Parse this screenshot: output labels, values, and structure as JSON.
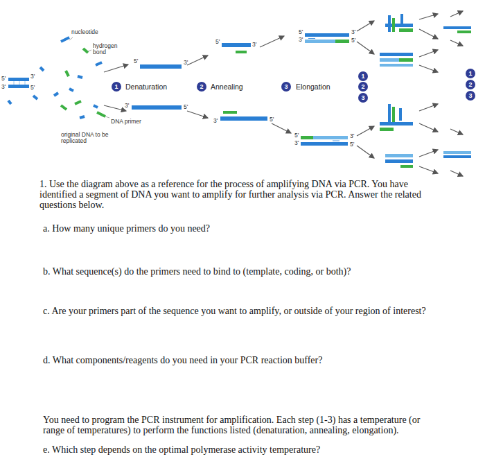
{
  "diagram": {
    "labels": [
      "nucleotide",
      "hydrogen bond",
      "5'",
      "3'",
      "3'",
      "5'",
      "5'",
      "3'",
      "1",
      "Denaturation",
      "3'",
      "5'",
      "DNA primer",
      "original DNA to be replicated",
      "5'",
      "3'",
      "2",
      "Annealing",
      "3'",
      "5'",
      "3",
      "Elongation",
      "5'",
      "3'",
      "3'",
      "5'",
      "5'",
      "3'",
      "3'",
      "5'",
      "1",
      "2",
      "3",
      "1",
      "2",
      "3",
      "1. Use the diagram above as a reference for the process of amplifying DNA via PCR. You have identified a segment of DNA you want to amplify for further analysis via PCR. Answer the related questions below.",
      "a. How many unique primers do you need?",
      "b. What sequence(s) do the primers need to bind to (template, coding, or both)?",
      "c. Are your primers part of the sequence you want to amplify, or outside of your region of interest?",
      "d. What components/reagents do you need in your PCR reaction buffer?",
      "You need to program the PCR instrument for amplification. Each step (1-3) has a temperature (or range of temperatures) to perform the functions listed (denaturation, annealing, elongation).",
      "e. Which step depends on the optimal polymerase activity temperature?"
    ]
  }
}
